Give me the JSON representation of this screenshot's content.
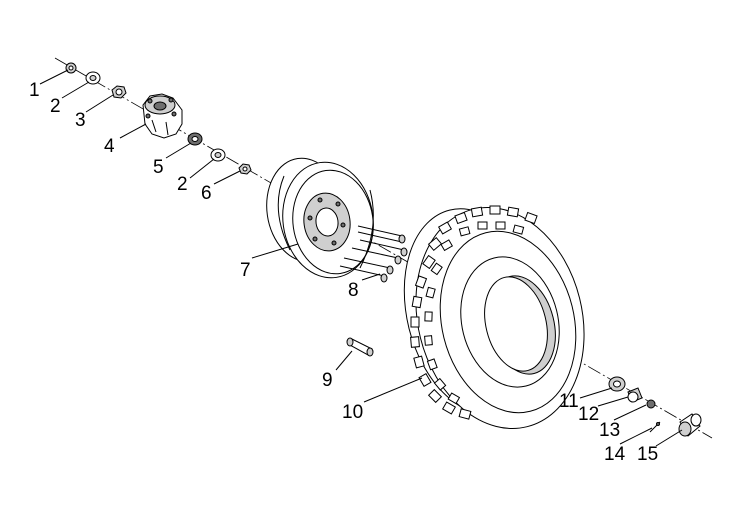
{
  "callouts": [
    {
      "id": "1",
      "label": "1"
    },
    {
      "id": "2a",
      "label": "2"
    },
    {
      "id": "3",
      "label": "3"
    },
    {
      "id": "4",
      "label": "4"
    },
    {
      "id": "5",
      "label": "5"
    },
    {
      "id": "2b",
      "label": "2"
    },
    {
      "id": "6",
      "label": "6"
    },
    {
      "id": "7",
      "label": "7"
    },
    {
      "id": "8",
      "label": "8"
    },
    {
      "id": "9",
      "label": "9"
    },
    {
      "id": "10",
      "label": "10"
    },
    {
      "id": "11",
      "label": "11"
    },
    {
      "id": "12",
      "label": "12"
    },
    {
      "id": "13",
      "label": "13"
    },
    {
      "id": "14",
      "label": "14"
    },
    {
      "id": "15",
      "label": "15"
    }
  ]
}
